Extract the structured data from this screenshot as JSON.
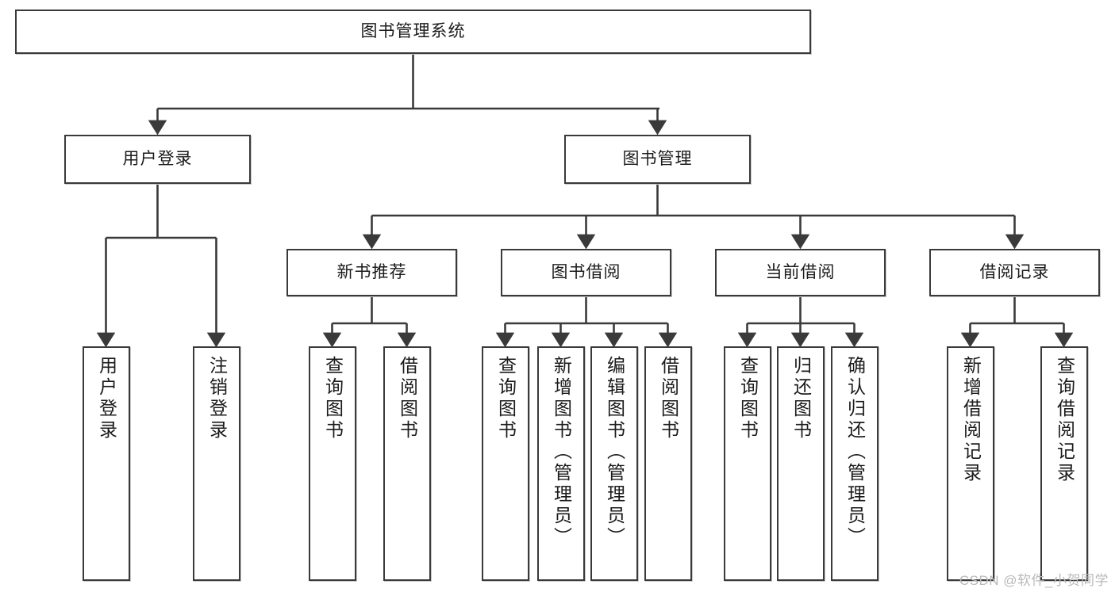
{
  "diagram": {
    "type": "tree",
    "title": "图书管理系统",
    "root": {
      "label": "图书管理系统"
    },
    "level2": [
      {
        "label": "用户登录"
      },
      {
        "label": "图书管理"
      }
    ],
    "level3": [
      {
        "label": "新书推荐"
      },
      {
        "label": "图书借阅"
      },
      {
        "label": "当前借阅"
      },
      {
        "label": "借阅记录"
      }
    ],
    "leaves": [
      {
        "label": "用户登录"
      },
      {
        "label": "注销登录"
      },
      {
        "label": "查询图书"
      },
      {
        "label": "借阅图书"
      },
      {
        "label": "查询图书"
      },
      {
        "label": "新增图书（管理员）"
      },
      {
        "label": "编辑图书（管理员）"
      },
      {
        "label": "借阅图书"
      },
      {
        "label": "查询图书"
      },
      {
        "label": "归还图书"
      },
      {
        "label": "确认归还（管理员）"
      },
      {
        "label": "新增借阅记录"
      },
      {
        "label": "查询借阅记录"
      }
    ]
  },
  "watermark": {
    "text": "CSDN @软件_小贺同学"
  },
  "colors": {
    "border": "#3a3a3a",
    "text": "#1b1b1b",
    "background": "#ffffff",
    "watermark": "#b9b9b9"
  }
}
